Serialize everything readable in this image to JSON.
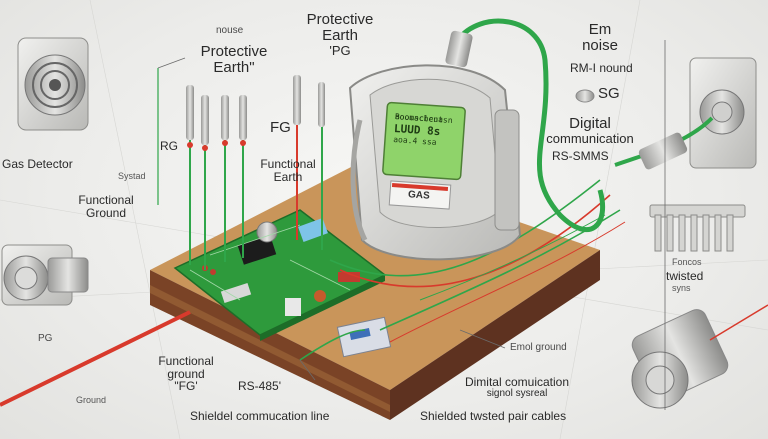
{
  "labels": {
    "nouse": "nouse",
    "protective_earth_top_1": "Protective",
    "protective_earth_top_2": "Earth",
    "pg_top": "'PG",
    "protective_earth_left_1": "Protective",
    "protective_earth_left_2": "Earth\"",
    "fg": "FG",
    "rg": "RG",
    "functional_earth_1": "Functional",
    "functional_earth_2": "Earth",
    "gas_detector": "Gas Detector",
    "systad": "Systad",
    "functional_ground_left_1": "Functional",
    "functional_ground_left_2": "Ground",
    "pg_left": "PG",
    "ground_left": "Ground",
    "functional_ground_bottom_1": "Functional",
    "functional_ground_bottom_2": "ground",
    "functional_ground_bottom_3": "\"FG'",
    "rs485": "RS-485'",
    "shieldel_line": "Shieldel commucation line",
    "em_noise_1": "Em",
    "em_noise_2": "noise",
    "rm_nound": "RM-I nound",
    "sg": "SG",
    "digital_comm_1": "Digital",
    "digital_comm_2": "communication",
    "rs_mms": "RS-SMMS",
    "foncos": "Foncos",
    "twisted": "twisted",
    "syns": "syns",
    "emol_ground": "Emol ground",
    "dimital_1": "Dimital comuication",
    "dimital_2": "signol sysreal",
    "shielded_cables": "Shielded twsted pair cables"
  },
  "device_screen": {
    "line1": "Boousclent",
    "line2": "aoomacbcuasn",
    "line3": "LUUD 8s",
    "line4": "aoa.4 ssa",
    "line5": "GAS"
  },
  "colors": {
    "wire_green": "#2fa64a",
    "wire_red": "#d83a2c",
    "pcb_green": "#2e9a3c",
    "board_top": "#c9955a",
    "board_side": "#7a4326"
  }
}
